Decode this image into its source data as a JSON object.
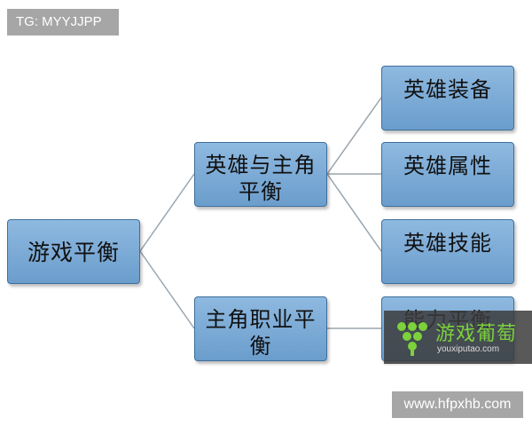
{
  "overlay_tag": "TG: MYYJJPP",
  "watermark": "www.hfpxhb.com",
  "logo": {
    "name": "游戏葡萄",
    "url_text": "youxiputao.com",
    "colors": {
      "grapes": "#7cd13c",
      "background": "#3c3c3c"
    }
  },
  "diagram": {
    "root": {
      "label": "游戏平衡"
    },
    "branches": [
      {
        "label": "英雄与主角平衡",
        "children": [
          {
            "label": "英雄装备"
          },
          {
            "label": "英雄属性"
          },
          {
            "label": "英雄技能"
          }
        ]
      },
      {
        "label": "主角职业平衡",
        "children": [
          {
            "label": "能力平衡"
          }
        ]
      }
    ],
    "colors": {
      "node_fill_top": "#8eb9e0",
      "node_fill_bottom": "#6b9dcc",
      "node_border": "#3f6f9c",
      "connector": "#9aa5ae"
    }
  }
}
